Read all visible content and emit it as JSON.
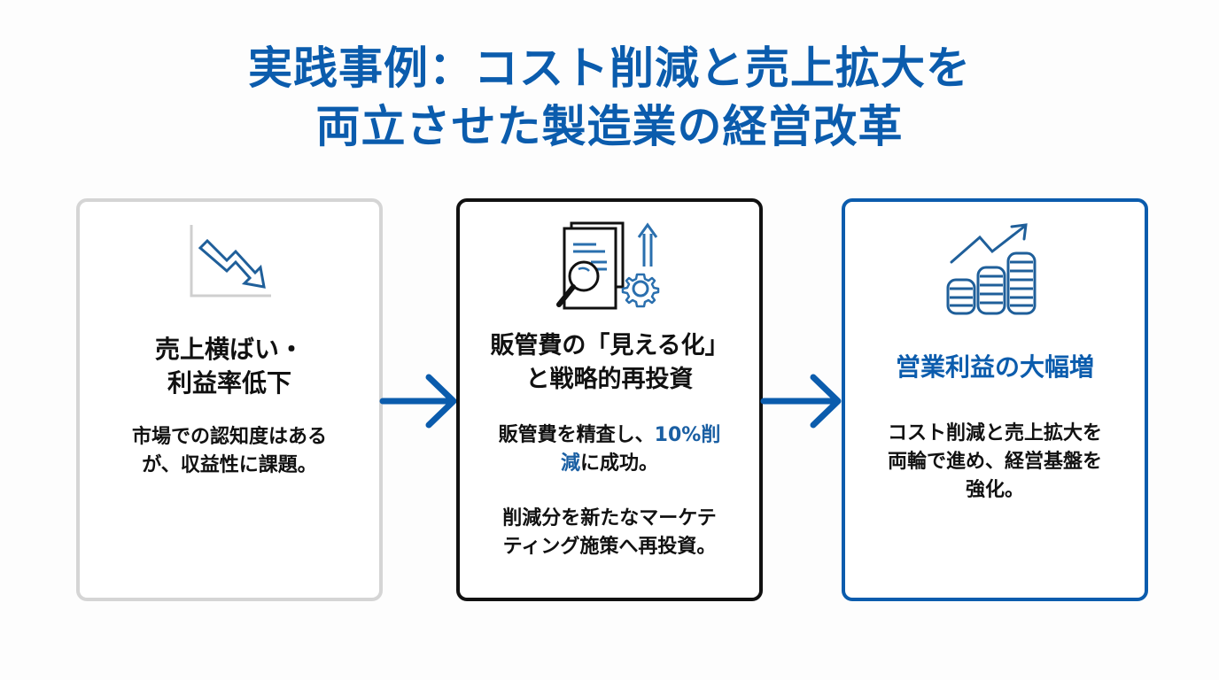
{
  "title": {
    "line1": "実践事例：コスト削減と売上拡大を",
    "line2": "両立させた製造業の経営改革"
  },
  "colors": {
    "accent": "#0b5cad",
    "neutral_border": "#d5d5d5",
    "dark_border": "#111111"
  },
  "steps": [
    {
      "icon": "declining-chart-icon",
      "heading_line1": "売上横ばい・",
      "heading_line2": "利益率低下",
      "body_line1": "市場での認知度はある",
      "body_line2": "が、収益性に課題。"
    },
    {
      "icon": "document-search-gear-icon",
      "heading_line1": "販管費の「見える化」",
      "heading_line2": "と戦略的再投資",
      "body_p1_prefix": "販管費を精査し、",
      "body_p1_highlight_a": "10%削",
      "body_p1_highlight_b": "減",
      "body_p1_suffix": "に成功。",
      "body_p2_line1": "削減分を新たなマーケテ",
      "body_p2_line2": "ィング施策へ再投資。",
      "body_p2_line2_prefix": "テ"
    },
    {
      "icon": "coins-growth-icon",
      "heading": "営業利益の大幅増",
      "body_line1": "コスト削減と売上拡大を",
      "body_line2": "両輪で進め、経営基盤を",
      "body_line3": "強化。"
    }
  ],
  "connectors": [
    "arrow-right-icon",
    "arrow-right-icon"
  ]
}
